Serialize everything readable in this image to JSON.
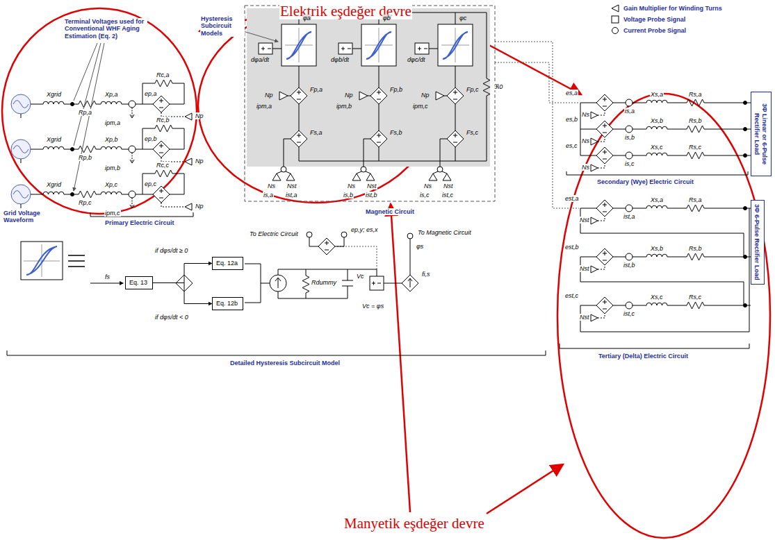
{
  "diagram": {
    "nodes": [
      {
        "text": [
          "Eq. 13"
        ]
      },
      {
        "text": [
          "Eq. 12a"
        ]
      },
      {
        "text": [
          "Eq. 12b"
        ]
      },
      {
        "text": [
          "3Φ Linear or 6-Pulse Rectifier Load"
        ]
      },
      {
        "text": [
          "3Φ 6-Pulse Rectifier Load"
        ]
      }
    ],
    "edges": [
      {
        "from": 0,
        "to": 1,
        "arrow": "to"
      },
      {
        "from": 0,
        "to": 2,
        "arrow": "to"
      }
    ],
    "labels": [
      "Elektrik eşdeğer devre",
      "Manyetik eşdeğer devre",
      "Terminal Voltages used for Conventional WHF Aging Estimation (Eq. 2)",
      "Hysteresis Subcircuit Models",
      "Grid Voltage Waveform",
      "Primary Electric Circuit",
      "Magnetic Circuit",
      "Secondary (Wye) Electric Circuit",
      "Tertiary (Delta) Electric Circuit",
      "Detailed Hysteresis Subcircuit Model",
      "Xgrid",
      "Rp,a",
      "Xp,a",
      "Rc,a",
      "ep,a",
      "ipm,a",
      "Np",
      "Xgrid",
      "Rp,b",
      "Xp,b",
      "Rc,b",
      "ep,b",
      "ipm,b",
      "Np",
      "Xgrid",
      "Rp,c",
      "Xp,c",
      "Rc,c",
      "ep,c",
      "ipm,c",
      "Np",
      "φa",
      "dφa/dt",
      "Fp,a",
      "Fs,a",
      "Np",
      "ipm,a",
      "Ns",
      "Nst",
      "is,a",
      "ist,a",
      "φb",
      "dφb/dt",
      "Fp,b",
      "Fs,b",
      "Np",
      "ipm,b",
      "Ns",
      "Nst",
      "is,b",
      "ist,b",
      "φc",
      "dφc/dt",
      "Fp,c",
      "Fs,c",
      "Np",
      "ipm,c",
      "Ns",
      "Nst",
      "is,c",
      "ist,c",
      "ℜ0",
      "es,a",
      "Ns",
      "is,a",
      "Xs,a",
      "Rs,a",
      "es,b",
      "Ns",
      "is,b",
      "Xs,b",
      "Rs,b",
      "es,c",
      "Ns",
      "is,c",
      "Xs,c",
      "Rs,c",
      "est,a",
      "Nst",
      "ist,a",
      "Xs,a",
      "Rs,a",
      "est,b",
      "Nst",
      "ist,b",
      "Xs,b",
      "Rs,b",
      "est,c",
      "Nst",
      "ist,c",
      "Xs,c",
      "Rs,c",
      "fs",
      "if dφs/dt ≥ 0",
      "if dφs/dt < 0",
      "To Electric Circuit",
      "ep,y; es,x",
      "Rdummy",
      "Vc",
      "Vc = φs",
      "To Magnetic Circuit",
      "fi,s",
      "φs"
    ],
    "legend": [
      {
        "text": "Gain Multiplier for Winding Turns"
      },
      {
        "text": "Voltage Probe Signal"
      },
      {
        "text": "Current Probe Signal"
      }
    ]
  }
}
